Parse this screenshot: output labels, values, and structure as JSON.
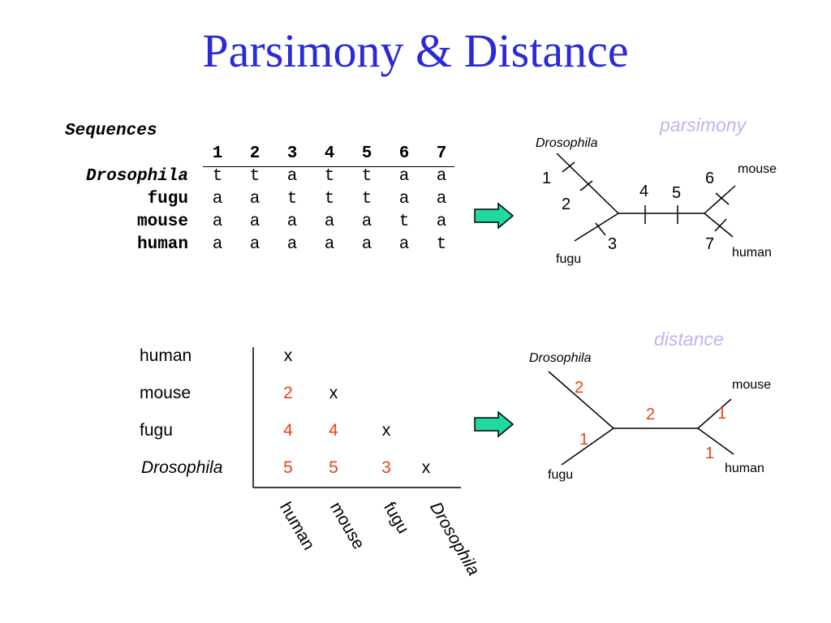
{
  "title": "Parsimony & Distance",
  "sequences": {
    "heading": "Sequences",
    "positions": [
      "1",
      "2",
      "3",
      "4",
      "5",
      "6",
      "7"
    ],
    "rows": [
      {
        "name": "Drosophila",
        "bases": [
          "t",
          "t",
          "a",
          "t",
          "t",
          "a",
          "a"
        ]
      },
      {
        "name": "fugu",
        "bases": [
          "a",
          "a",
          "t",
          "t",
          "t",
          "a",
          "a"
        ]
      },
      {
        "name": "mouse",
        "bases": [
          "a",
          "a",
          "a",
          "a",
          "a",
          "t",
          "a"
        ]
      },
      {
        "name": "human",
        "bases": [
          "a",
          "a",
          "a",
          "a",
          "a",
          "a",
          "t"
        ]
      }
    ]
  },
  "parsimony_tree": {
    "caption": "parsimony",
    "taxa": {
      "drosophila": "Drosophila",
      "fugu": "fugu",
      "mouse": "mouse",
      "human": "human"
    },
    "changes": [
      "1",
      "2",
      "3",
      "4",
      "5",
      "6",
      "7"
    ]
  },
  "distance_matrix": {
    "row_labels": [
      "human",
      "mouse",
      "fugu",
      "Drosophila"
    ],
    "col_labels": [
      "human",
      "mouse",
      "fugu",
      "Drosophila"
    ],
    "cells": [
      [
        "x"
      ],
      [
        "2",
        "x"
      ],
      [
        "4",
        "4",
        "x"
      ],
      [
        "5",
        "5",
        "3",
        "x"
      ]
    ]
  },
  "distance_tree": {
    "caption": "distance",
    "taxa": {
      "drosophila": "Drosophila",
      "fugu": "fugu",
      "mouse": "mouse",
      "human": "human"
    },
    "branch_lengths": {
      "drosophila": "2",
      "fugu": "1",
      "internal": "2",
      "mouse": "1",
      "human": "1"
    }
  },
  "colors": {
    "title": "#2a2ad6",
    "caption": "#b8b8ee",
    "distance_value": "#e8401a",
    "arrow_fill": "#1fd9a0"
  }
}
